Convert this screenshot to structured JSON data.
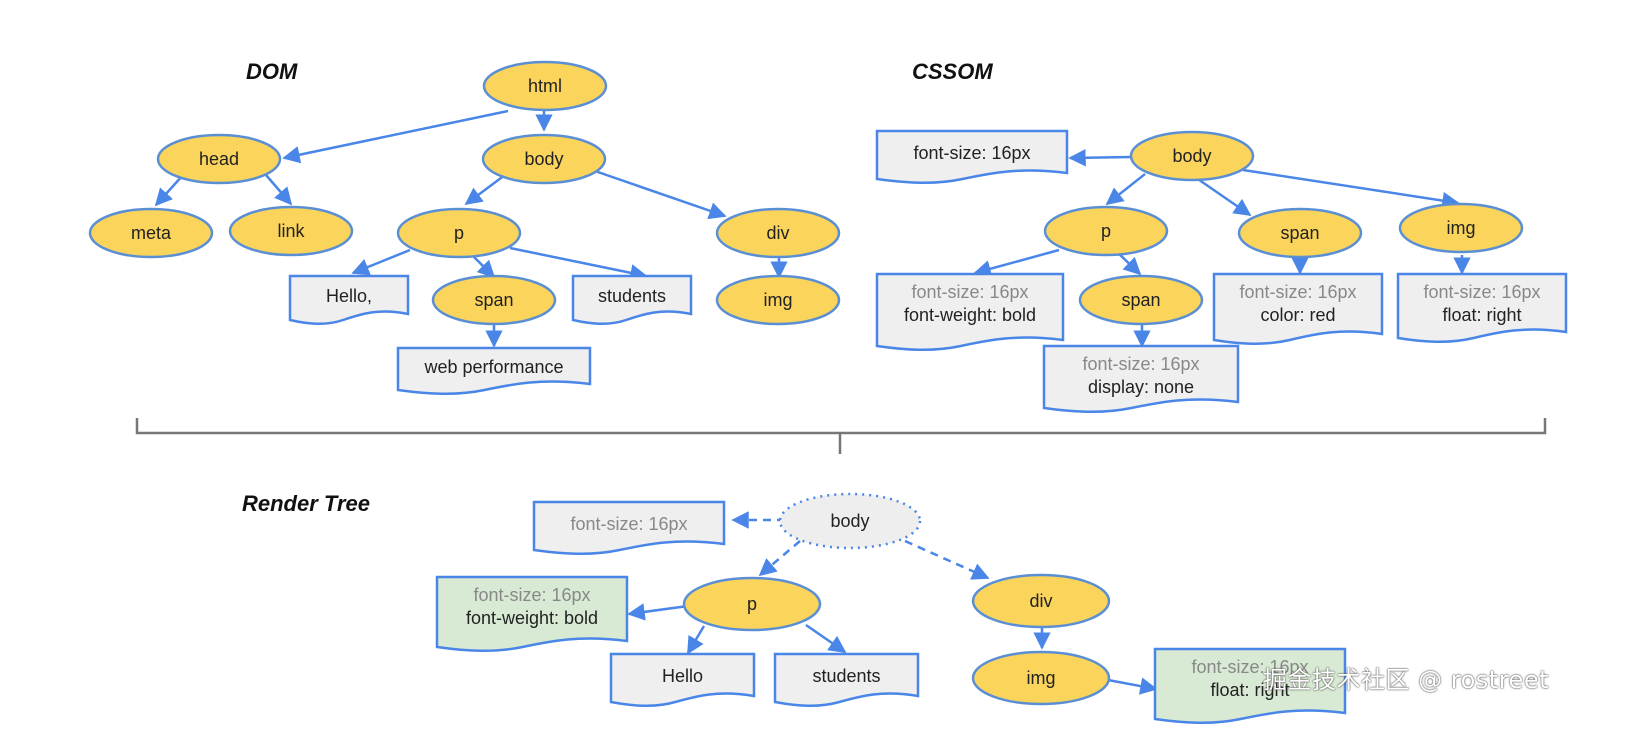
{
  "colors": {
    "node_fill": "#fbd45c",
    "node_stroke": "#5b8fd4",
    "doc_fill": "#efefef",
    "doc_fill_green": "#d8ead3",
    "doc_stroke": "#4a86e8",
    "arrow": "#4a86e8",
    "ghost_fill": "#eeeeee",
    "bracket": "#777777"
  },
  "sections": {
    "dom": {
      "title": "DOM"
    },
    "cssom": {
      "title": "CSSOM"
    },
    "render": {
      "title": "Render Tree"
    }
  },
  "dom": {
    "nodes": {
      "html": "html",
      "head": "head",
      "body": "body",
      "meta": "meta",
      "link": "link",
      "p": "p",
      "span": "span",
      "div": "div",
      "img": "img"
    },
    "texts": {
      "hello": "Hello,",
      "students": "students",
      "web_performance": "web performance"
    }
  },
  "cssom": {
    "nodes": {
      "body": "body",
      "p": "p",
      "span_child": "span",
      "span": "span",
      "img": "img"
    },
    "styles": {
      "body": [
        "font-size: 16px"
      ],
      "p": [
        "font-size: 16px",
        "font-weight: bold"
      ],
      "span_child": [
        "font-size: 16px",
        "display: none"
      ],
      "span": [
        "font-size: 16px",
        "color: red"
      ],
      "img": [
        "font-size: 16px",
        "float: right"
      ]
    }
  },
  "render": {
    "nodes": {
      "body": "body",
      "p": "p",
      "div": "div",
      "img": "img"
    },
    "texts": {
      "hello": "Hello",
      "students": "students"
    },
    "styles": {
      "body": [
        "font-size: 16px"
      ],
      "p": [
        "font-size: 16px",
        "font-weight: bold"
      ],
      "img": [
        "font-size: 16px",
        "float: right"
      ]
    }
  },
  "watermark": "掘金技术社区 @ rostreet"
}
